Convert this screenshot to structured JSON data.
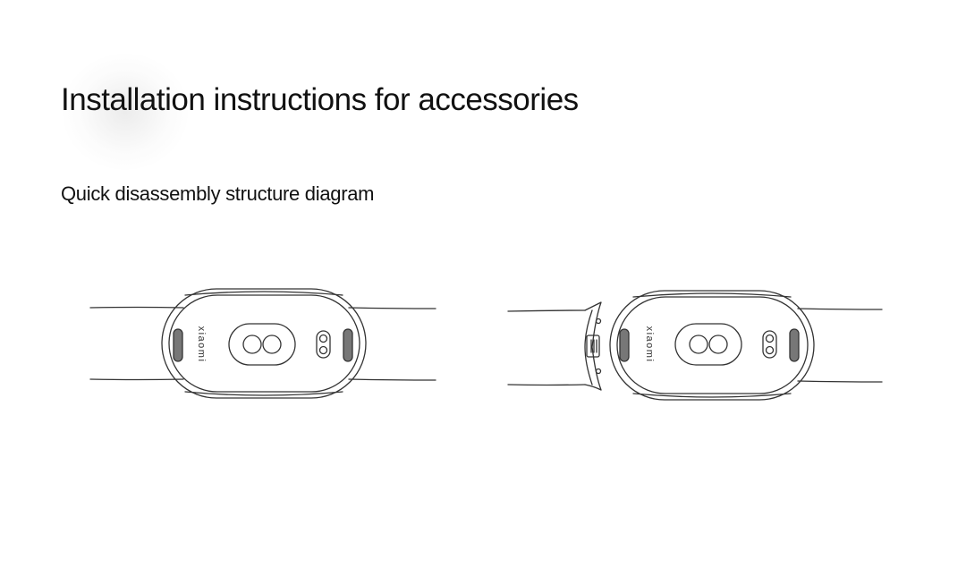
{
  "page": {
    "title": "Installation instructions for accessories",
    "subtitle": "Quick disassembly structure diagram"
  },
  "diagrams": [
    {
      "brand_text": "xiaomi"
    },
    {
      "brand_text": "xiaomi"
    }
  ],
  "colors": {
    "line": "#333333",
    "background": "#ffffff"
  }
}
